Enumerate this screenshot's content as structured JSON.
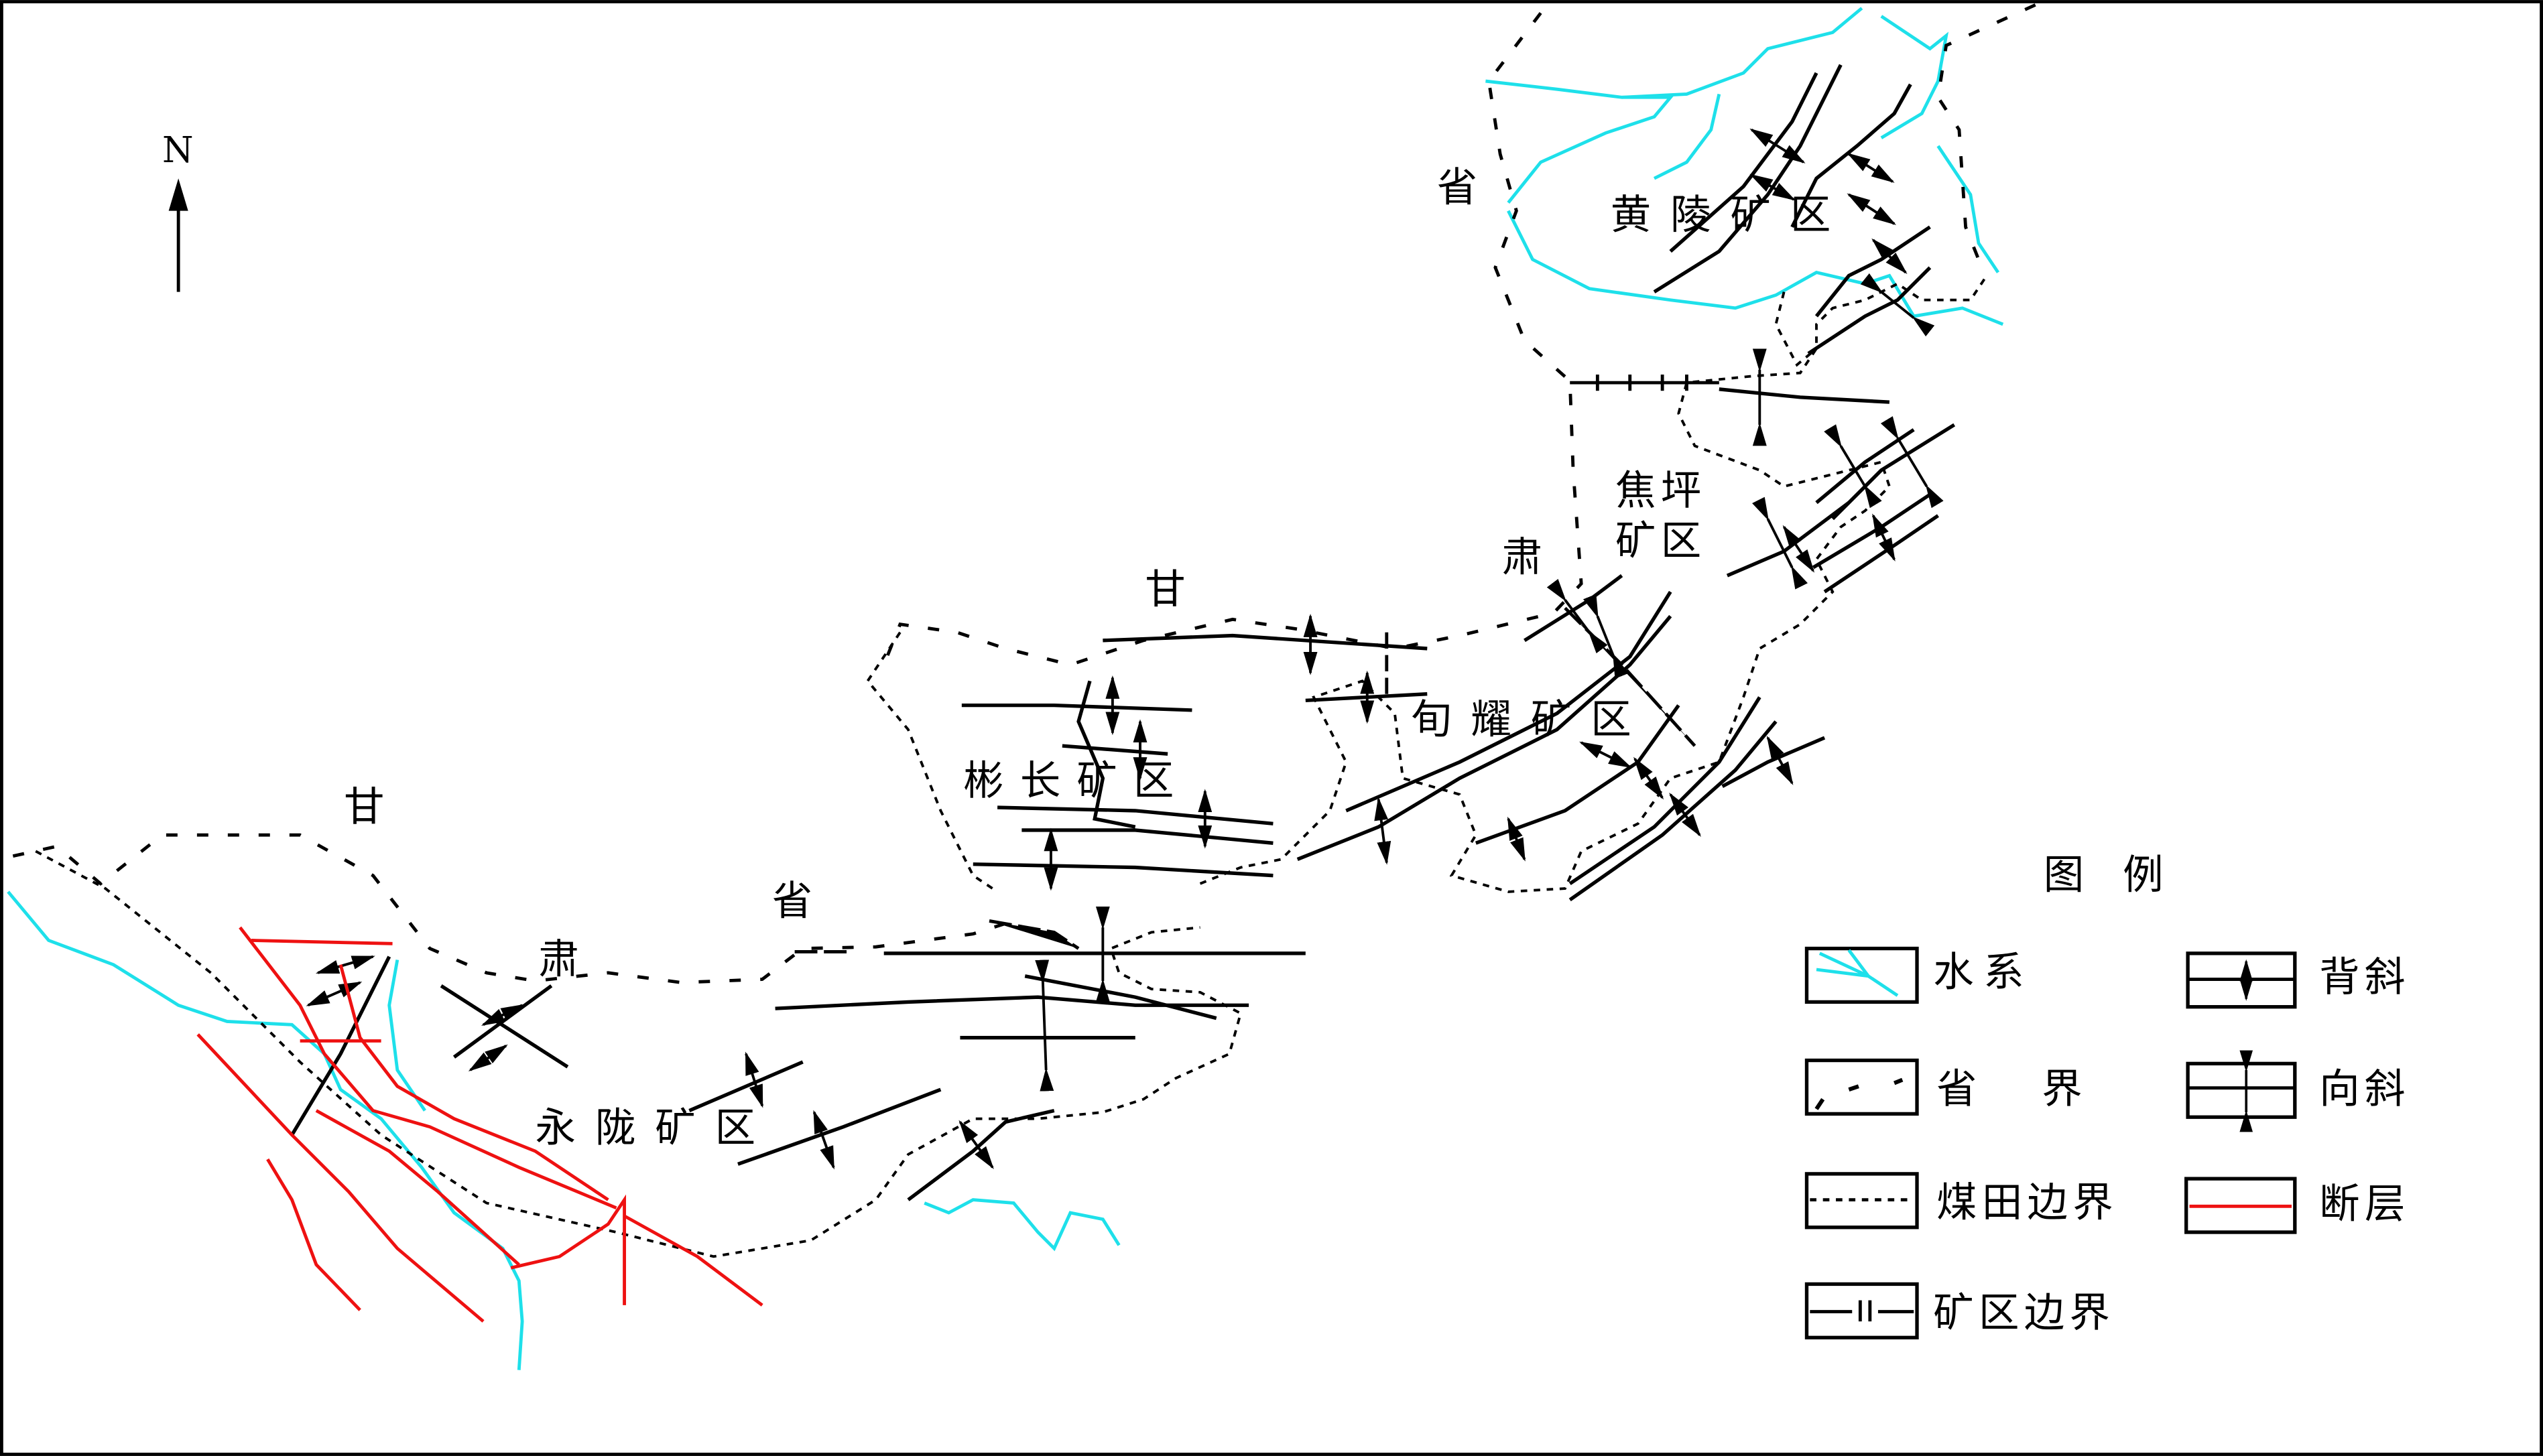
{
  "north_label": "N",
  "map_labels": {
    "province_1": "省",
    "huangling": "黄 陵 矿 区",
    "jiaoping_1": "焦坪",
    "jiaoping_2": "矿区",
    "su_1": "肃",
    "gan_1": "甘",
    "xunyao": "旬 耀 矿 区",
    "binchang": "彬 长 矿 区",
    "gan_2": "甘",
    "province_2": "省",
    "su_2": "肃",
    "yonglong": "永 陇 矿 区"
  },
  "legend": {
    "title": "图 例",
    "items": [
      {
        "label": "水系",
        "color": "#1ee0ea"
      },
      {
        "label": "省 界"
      },
      {
        "label": "煤田边界"
      },
      {
        "label": "矿区边界"
      },
      {
        "label": "背斜"
      },
      {
        "label": "向斜"
      },
      {
        "label": "断层",
        "color": "#ee1111"
      }
    ]
  }
}
